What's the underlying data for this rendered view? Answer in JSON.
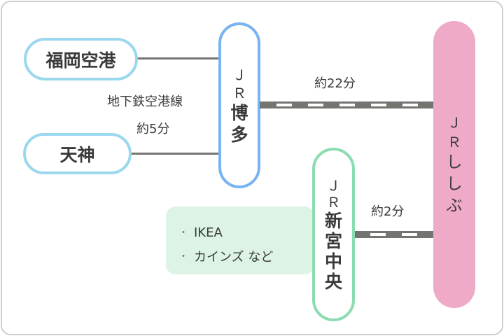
{
  "stations": {
    "fukuoka_airport": "福岡空港",
    "tenjin": "天神",
    "hakata": [
      "Ｊ",
      "Ｒ",
      "博",
      "多"
    ],
    "shingu_chuo": [
      "Ｊ",
      "Ｒ",
      "新",
      "宮",
      "中",
      "央"
    ],
    "shibu": [
      "Ｊ",
      "Ｒ",
      "し",
      "し",
      "ぶ"
    ]
  },
  "routes": {
    "subway_line": "地下鉄空港線",
    "subway_time": "約5分",
    "hakata_to_shibu": "約22分",
    "shingu_to_shibu": "約2分"
  },
  "shops": {
    "bullet": "・",
    "items": [
      "IKEA",
      "カインズ など"
    ]
  },
  "colors": {
    "airport_tenjin_border": "#9bd8ee",
    "hakata_border": "#79b4f0",
    "shingu_border": "#8cdcb1",
    "shibu_fill": "#eeaac6",
    "track": "#747470",
    "shops_bg": "#dcf3e5"
  }
}
